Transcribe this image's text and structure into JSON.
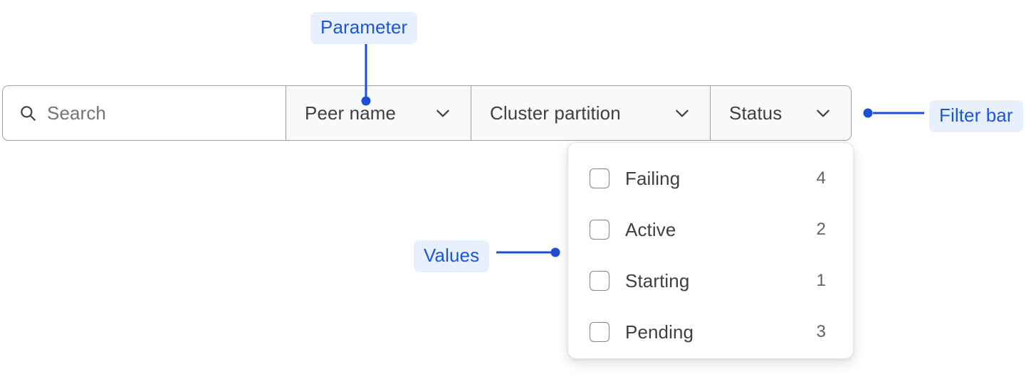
{
  "filter_bar": {
    "search": {
      "placeholder": "Search",
      "value": "",
      "icon": "search-icon"
    },
    "filters": [
      {
        "label": "Peer name",
        "icon": "chevron-down-icon"
      },
      {
        "label": "Cluster partition",
        "icon": "chevron-down-icon"
      },
      {
        "label": "Status",
        "icon": "chevron-down-icon"
      }
    ]
  },
  "dropdown": {
    "open_for": "Status",
    "options": [
      {
        "label": "Failing",
        "count": "4",
        "checked": false
      },
      {
        "label": "Active",
        "count": "2",
        "checked": false
      },
      {
        "label": "Starting",
        "count": "1",
        "checked": false
      },
      {
        "label": "Pending",
        "count": "3",
        "checked": false
      }
    ]
  },
  "annotations": [
    {
      "id": "parameter",
      "text": "Parameter"
    },
    {
      "id": "values",
      "text": "Values"
    },
    {
      "id": "filter-bar",
      "text": "Filter bar"
    }
  ],
  "colors": {
    "annotation_text": "#1a56db",
    "annotation_bg": "#e8f0fe",
    "annotation_line": "#1a4fd6",
    "bar_border": "#9aa0a6",
    "bar_fill": "#f8f9fa",
    "text_primary": "#3c4043",
    "text_muted": "#70757a"
  }
}
